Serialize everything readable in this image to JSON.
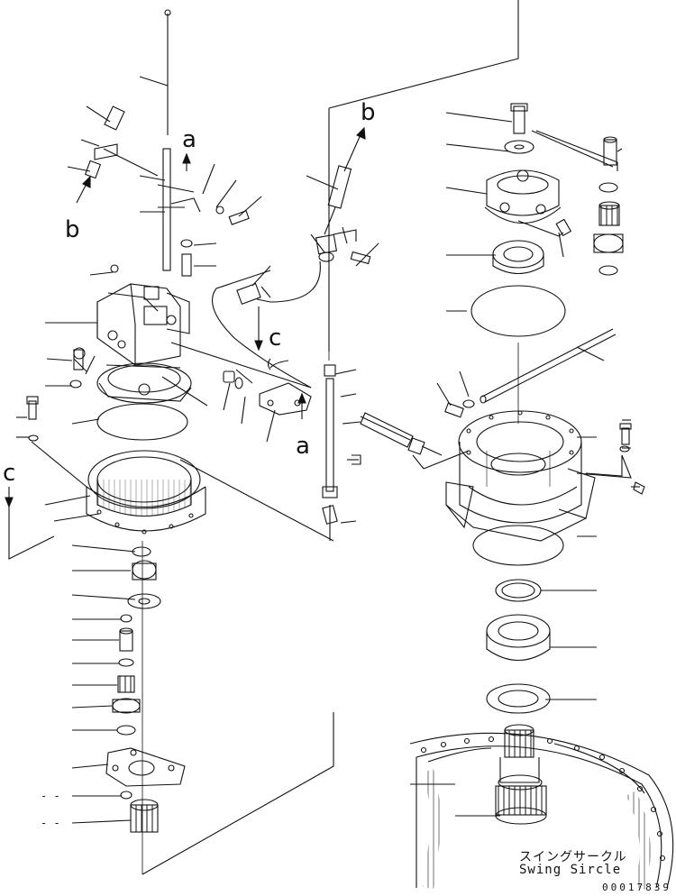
{
  "callouts": {
    "a_top": "a",
    "a_bottom": "a",
    "b_top": "b",
    "b_left": "b",
    "c_left": "c",
    "c_mid": "c"
  },
  "caption": {
    "japanese": "スイングサークル",
    "english": "Swing Sircle"
  },
  "drawing_number": "00017839",
  "dash_marks": [
    "- -",
    "- -"
  ],
  "colors": {
    "line": "#111111",
    "background": "#ffffff"
  }
}
